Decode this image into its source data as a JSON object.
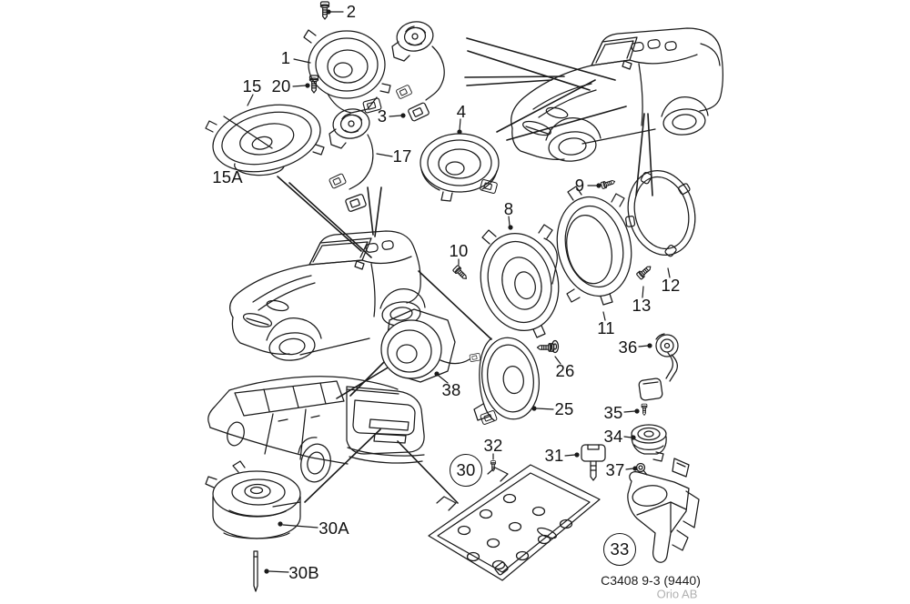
{
  "diagram": {
    "description": "Exploded parts diagram - speakers and audio components",
    "callouts": {
      "n1": {
        "label": "1"
      },
      "n2": {
        "label": "2"
      },
      "n3": {
        "label": "3"
      },
      "n4": {
        "label": "4"
      },
      "n8": {
        "label": "8"
      },
      "n9": {
        "label": "9"
      },
      "n10": {
        "label": "10"
      },
      "n11": {
        "label": "11"
      },
      "n12": {
        "label": "12"
      },
      "n13": {
        "label": "13"
      },
      "n15": {
        "label": "15"
      },
      "n15A": {
        "label": "15A"
      },
      "n17": {
        "label": "17"
      },
      "n20": {
        "label": "20"
      },
      "n25": {
        "label": "25"
      },
      "n26": {
        "label": "26"
      },
      "n30": {
        "label": "30"
      },
      "n30A": {
        "label": "30A"
      },
      "n30B": {
        "label": "30B"
      },
      "n31": {
        "label": "31"
      },
      "n32": {
        "label": "32"
      },
      "n33": {
        "label": "33"
      },
      "n34": {
        "label": "34"
      },
      "n35": {
        "label": "35"
      },
      "n36": {
        "label": "36"
      },
      "n37": {
        "label": "37"
      },
      "n38": {
        "label": "38"
      }
    },
    "footer": {
      "code": "C3408 9-3 (9440)",
      "publisher": "Orio AB"
    },
    "colors": {
      "line": "#1a1a1a",
      "label": "#111111",
      "publisher_gray": "#b0b0b0",
      "background": "#ffffff"
    }
  }
}
